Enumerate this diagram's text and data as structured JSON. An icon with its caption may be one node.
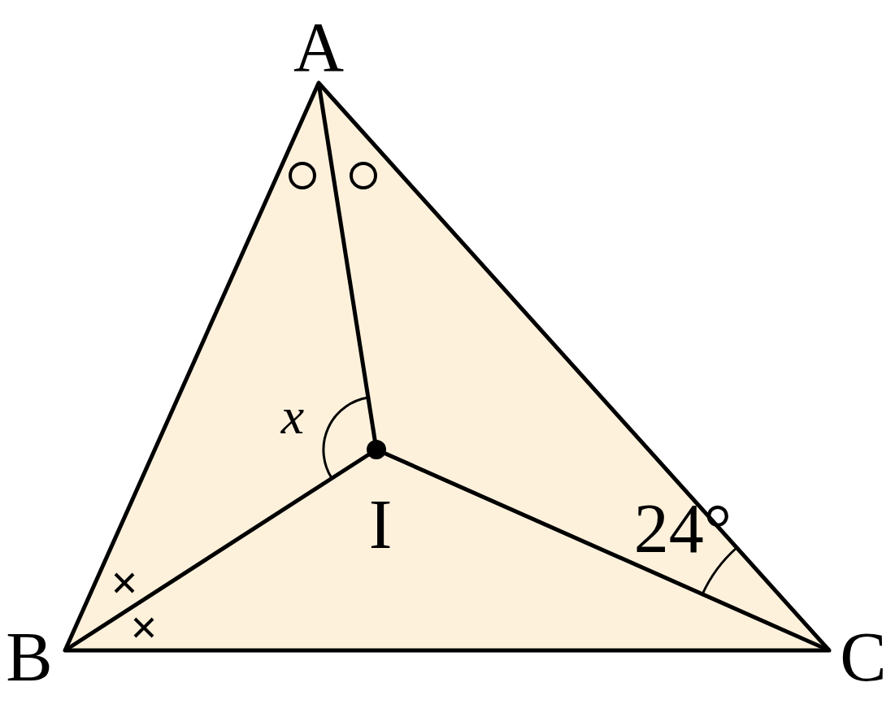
{
  "diagram": {
    "labels": [
      "A",
      "x",
      "I",
      "24°",
      "B",
      "C"
    ]
  }
}
